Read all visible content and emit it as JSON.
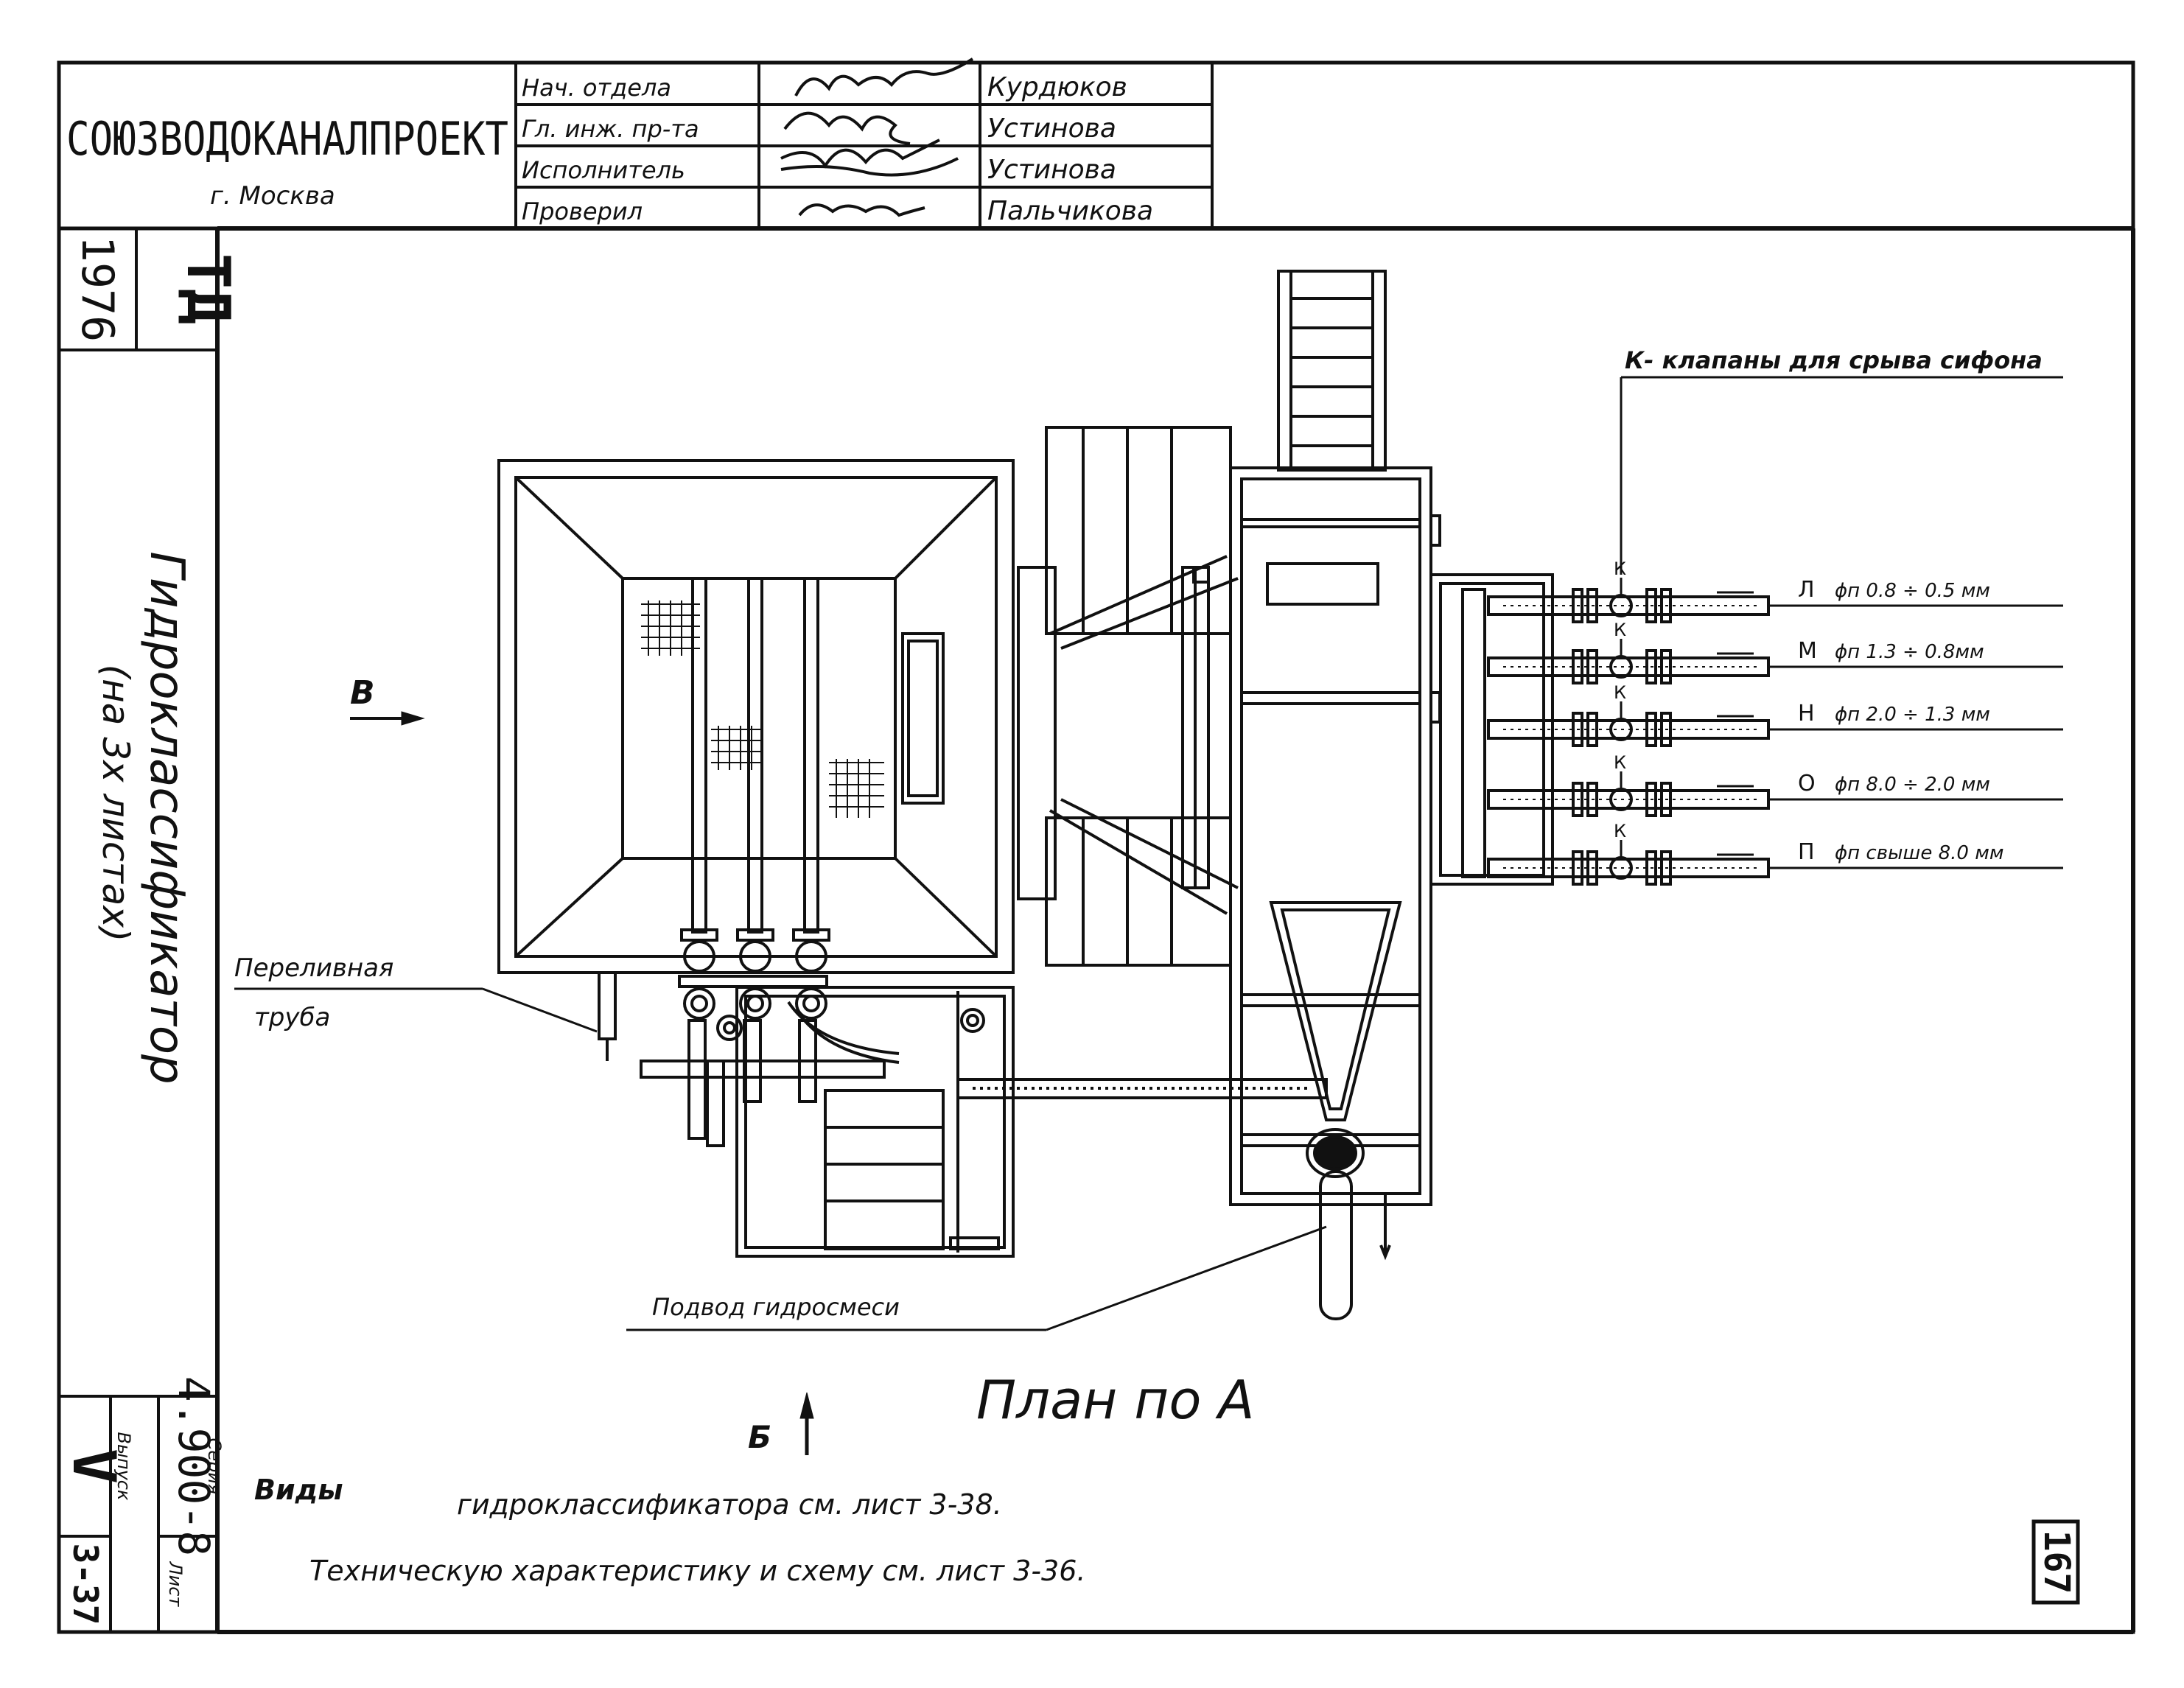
{
  "title_block": {
    "organization": "СОЮЗВОДОКАНАЛПРОЕКТ",
    "city": "г. Москва",
    "roles": [
      {
        "role": "Нач. отдела",
        "name": "Курдюков"
      },
      {
        "role": "Гл. инж. пр-та",
        "name": "Устинова"
      },
      {
        "role": "Исполнитель",
        "name": "Устинова"
      },
      {
        "role": "Проверил",
        "name": "Пальчикова"
      }
    ]
  },
  "side_panel": {
    "code": "ТД",
    "year": "1976",
    "title_line1": "Гидроклассификатор",
    "title_line2": "(на 3х листах)",
    "series_label": "Серия",
    "series_value": "4.900-8",
    "issue_label": "Выпуск",
    "issue_value": "V",
    "sheet_label": "Лист",
    "sheet_value": "3-37"
  },
  "drawing": {
    "valves_note": "К- клапаны для срыва сифона",
    "valve_mark": "К",
    "outlets": [
      {
        "letter": "Л",
        "text": "ϕп 0.8 ÷ 0.5 мм"
      },
      {
        "letter": "М",
        "text": "ϕп 1.3 ÷ 0.8мм"
      },
      {
        "letter": "Н",
        "text": "ϕп 2.0 ÷ 1.3 мм"
      },
      {
        "letter": "О",
        "text": "ϕп 8.0 ÷ 2.0 мм"
      },
      {
        "letter": "П",
        "text": "ϕп свыше 8.0 мм"
      }
    ],
    "overflow_label_1": "Переливная",
    "overflow_label_2": "труба",
    "inlet_label": "Подвод гидросмеси",
    "view_b": "В",
    "view_b2": "Б",
    "plan_title": "План по А"
  },
  "notes": {
    "line1_a": "Виды",
    "line1_b": "гидроклассификатора см. лист 3-38.",
    "line2": "Техническую характеристику и схему см. лист 3-36."
  },
  "page_number": "167"
}
